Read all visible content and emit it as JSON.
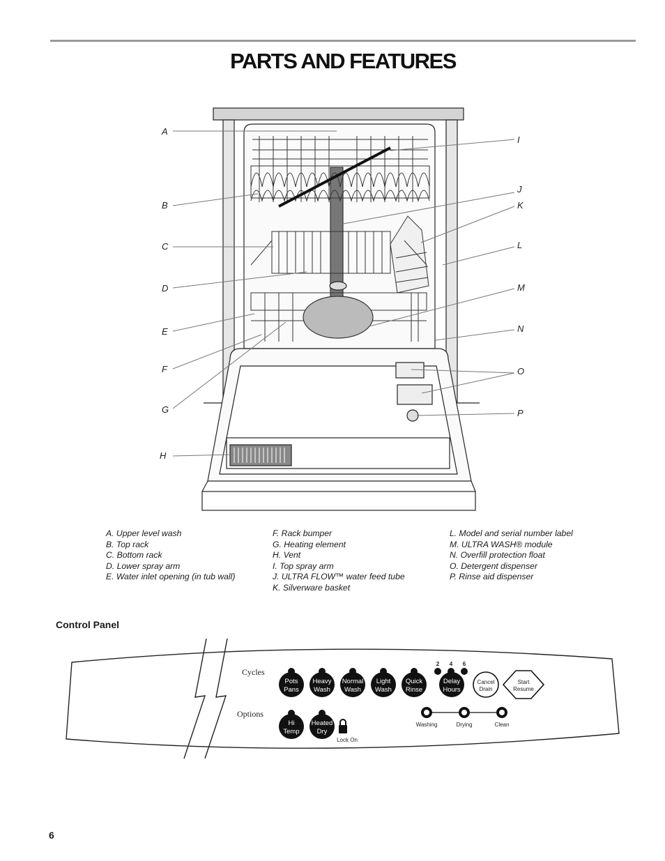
{
  "page": {
    "title": "PARTS AND FEATURES",
    "page_number": "6"
  },
  "callouts": {
    "left": [
      "A",
      "B",
      "C",
      "D",
      "E",
      "F",
      "G",
      "H"
    ],
    "right": [
      "I",
      "J",
      "K",
      "L",
      "M",
      "N",
      "O",
      "P"
    ]
  },
  "legend": {
    "col1": [
      "A. Upper level wash",
      "B. Top rack",
      "C. Bottom rack",
      "D. Lower spray arm",
      "E. Water inlet opening (in tub wall)"
    ],
    "col2": [
      "F. Rack bumper",
      "G. Heating element",
      "H. Vent",
      "I. Top spray arm",
      "J. ULTRA FLOW™ water feed tube",
      "K. Silverware basket"
    ],
    "col3": [
      "L. Model and serial number label",
      "M. ULTRA WASH® module",
      "N. Overfill protection float",
      "O. Detergent dispenser",
      "P. Rinse aid dispenser"
    ]
  },
  "control_panel": {
    "heading": "Control Panel",
    "cycles_label": "Cycles",
    "options_label": "Options",
    "cycle_buttons": [
      {
        "line1": "Pots",
        "line2": "Pans"
      },
      {
        "line1": "Heavy",
        "line2": "Wash"
      },
      {
        "line1": "Normal",
        "line2": "Wash"
      },
      {
        "line1": "Light",
        "line2": "Wash"
      },
      {
        "line1": "Quick",
        "line2": "Rinse"
      },
      {
        "line1": "Delay",
        "line2": "Hours"
      }
    ],
    "delay_hours": [
      "2",
      "4",
      "6"
    ],
    "cancel_button": {
      "line1": "Cancel",
      "line2": "Drain"
    },
    "start_button": {
      "line1": "Start",
      "line2": "Resume"
    },
    "option_buttons": [
      {
        "line1": "Hi",
        "line2": "Temp"
      },
      {
        "line1": "Heated",
        "line2": "Dry"
      }
    ],
    "lock_label": "Lock On",
    "status_lights": [
      "Washing",
      "Drying",
      "Clean"
    ]
  }
}
